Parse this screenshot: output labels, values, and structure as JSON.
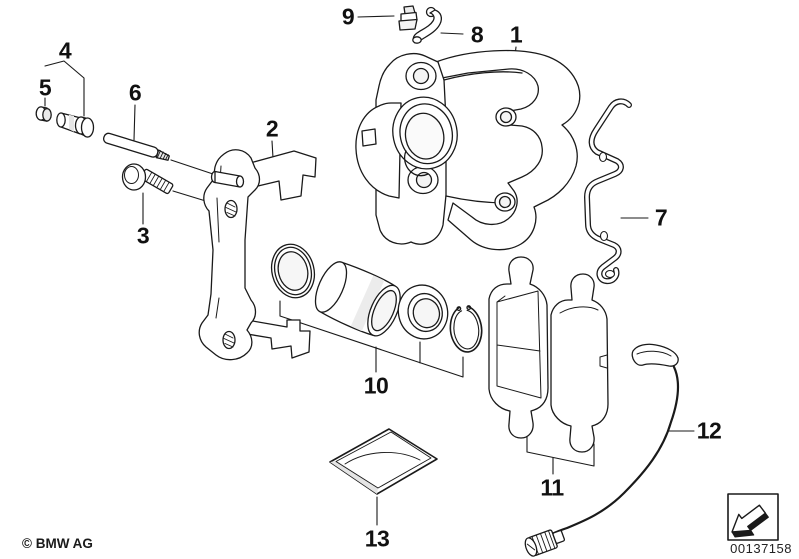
{
  "diagram": {
    "callouts": [
      "1",
      "2",
      "3",
      "4",
      "5",
      "6",
      "7",
      "8",
      "9",
      "10",
      "11",
      "12",
      "13"
    ],
    "copyright": "© BMW AG",
    "image_number": "00137158",
    "colors": {
      "line": "#1a1a1a",
      "background": "#ffffff"
    },
    "icons": {
      "framed_arrow": "direction-arrow-icon"
    }
  }
}
